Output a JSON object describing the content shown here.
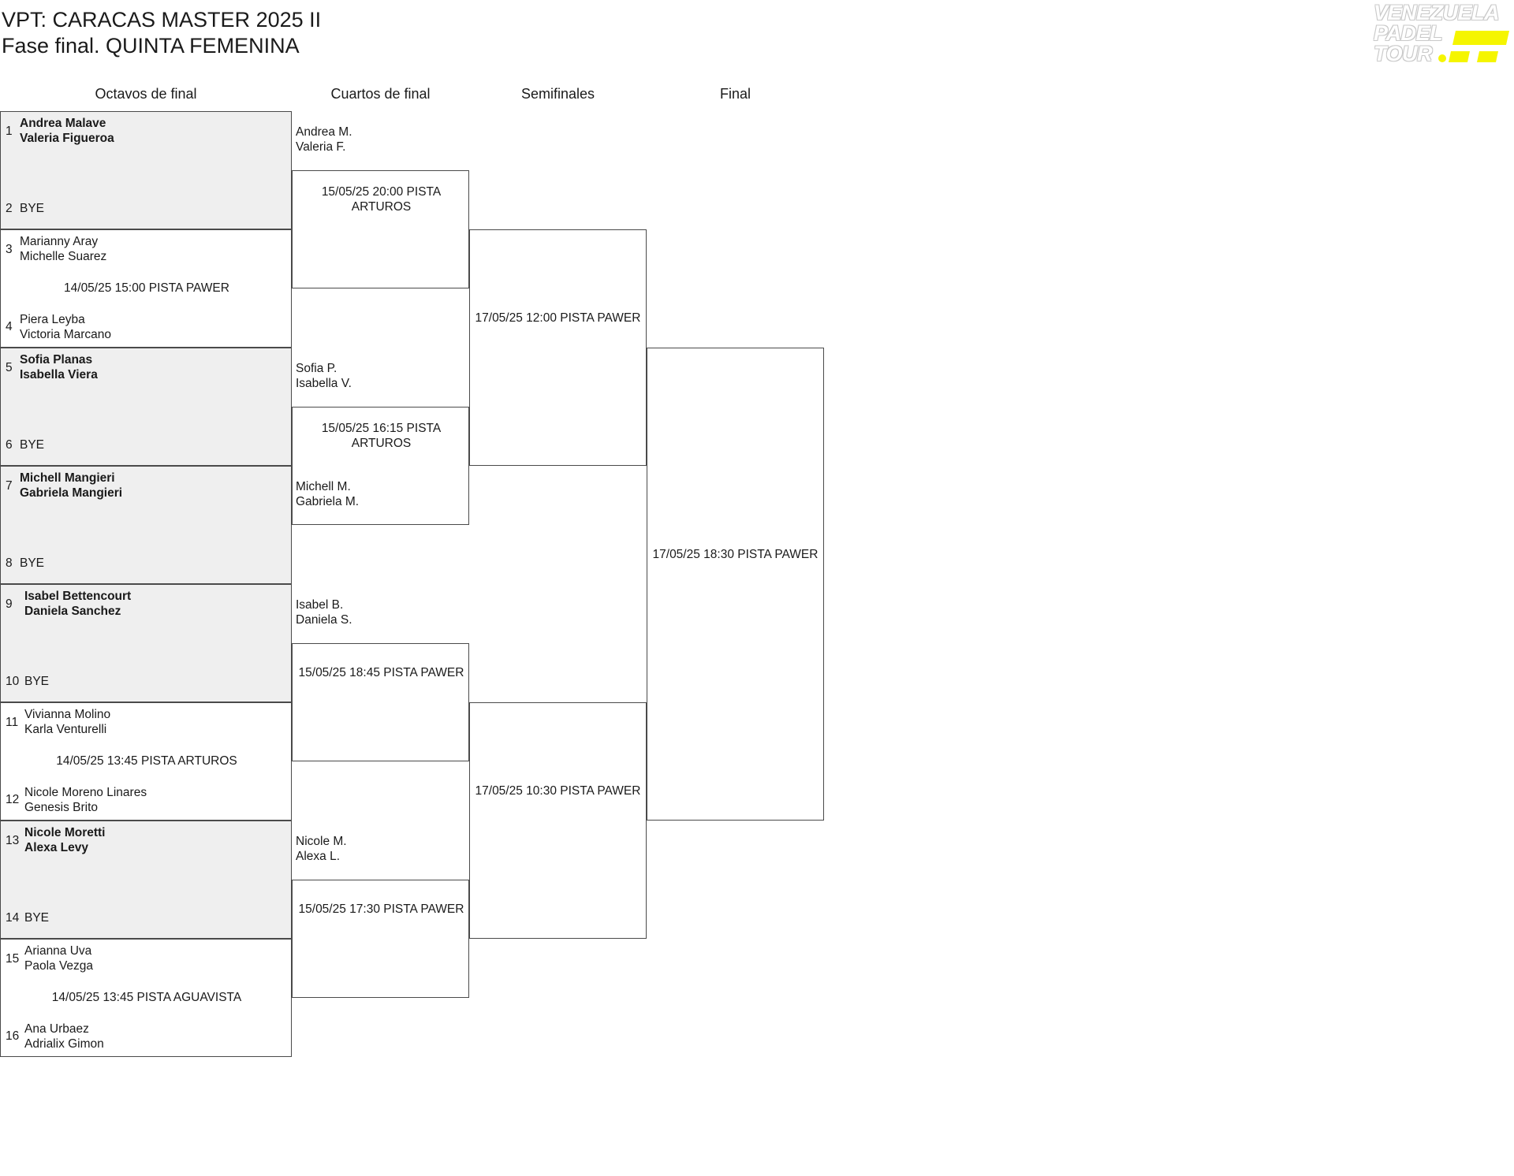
{
  "header": {
    "title": "VPT: CARACAS MASTER 2025 II",
    "subtitle": "Fase final. QUINTA FEMENINA"
  },
  "logo": {
    "line1": "VENEZUELA",
    "line2": "PADEL",
    "line3": "TOUR",
    "accent_color": "#f5f500"
  },
  "rounds": [
    "Octavos de final",
    "Cuartos de final",
    "Semifinales",
    "Final"
  ],
  "round_of_16": [
    {
      "top_seed": "1",
      "top_p1": "Andrea Malave",
      "top_p2": "Valeria Figueroa",
      "bottom_seed": "2",
      "bottom_p1": "BYE",
      "bottom_p2": "",
      "info": "",
      "bye": true
    },
    {
      "top_seed": "3",
      "top_p1": "Marianny Aray",
      "top_p2": "Michelle Suarez",
      "bottom_seed": "4",
      "bottom_p1": "Piera Leyba",
      "bottom_p2": "Victoria Marcano",
      "info": "14/05/25 15:00 PISTA PAWER",
      "bye": false
    },
    {
      "top_seed": "5",
      "top_p1": "Sofia Planas",
      "top_p2": "Isabella Viera",
      "bottom_seed": "6",
      "bottom_p1": "BYE",
      "bottom_p2": "",
      "info": "",
      "bye": true
    },
    {
      "top_seed": "7",
      "top_p1": "Michell Mangieri",
      "top_p2": "Gabriela Mangieri",
      "bottom_seed": "8",
      "bottom_p1": "BYE",
      "bottom_p2": "",
      "info": "",
      "bye": true
    },
    {
      "top_seed": "9",
      "top_p1": "Isabel Bettencourt",
      "top_p2": "Daniela Sanchez",
      "bottom_seed": "10",
      "bottom_p1": "BYE",
      "bottom_p2": "",
      "info": "",
      "bye": true
    },
    {
      "top_seed": "11",
      "top_p1": "Vivianna Molino",
      "top_p2": "Karla Venturelli",
      "bottom_seed": "12",
      "bottom_p1": "Nicole Moreno Linares",
      "bottom_p2": "Genesis Brito",
      "info": "14/05/25 13:45 PISTA ARTUROS",
      "bye": false
    },
    {
      "top_seed": "13",
      "top_p1": "Nicole Moretti",
      "top_p2": "Alexa Levy",
      "bottom_seed": "14",
      "bottom_p1": "BYE",
      "bottom_p2": "",
      "info": "",
      "bye": true
    },
    {
      "top_seed": "15",
      "top_p1": "Arianna Uva",
      "top_p2": "Paola Vezga",
      "bottom_seed": "16",
      "bottom_p1": "Ana Urbaez",
      "bottom_p2": "Adrialix Gimon",
      "info": "14/05/25 13:45 PISTA AGUAVISTA",
      "bye": false
    }
  ],
  "quarterfinals": [
    {
      "info_line1": "15/05/25 20:00 PISTA",
      "info_line2": "ARTUROS",
      "top_p1": "Andrea M.",
      "top_p2": "Valeria F.",
      "bottom_p1": "",
      "bottom_p2": ""
    },
    {
      "info_line1": "15/05/25 16:15 PISTA",
      "info_line2": "ARTUROS",
      "top_p1": "Sofia P.",
      "top_p2": "Isabella V.",
      "bottom_p1": "Michell M.",
      "bottom_p2": "Gabriela M."
    },
    {
      "info_line1": "15/05/25 18:45 PISTA PAWER",
      "info_line2": "",
      "top_p1": "Isabel B.",
      "top_p2": "Daniela S.",
      "bottom_p1": "",
      "bottom_p2": ""
    },
    {
      "info_line1": "15/05/25 17:30 PISTA PAWER",
      "info_line2": "",
      "top_p1": "Nicole M.",
      "top_p2": "Alexa L.",
      "bottom_p1": "",
      "bottom_p2": ""
    }
  ],
  "semifinals": [
    {
      "info": "17/05/25 12:00 PISTA PAWER"
    },
    {
      "info": "17/05/25 10:30 PISTA PAWER"
    }
  ],
  "final": {
    "info": "17/05/25 18:30 PISTA PAWER"
  }
}
